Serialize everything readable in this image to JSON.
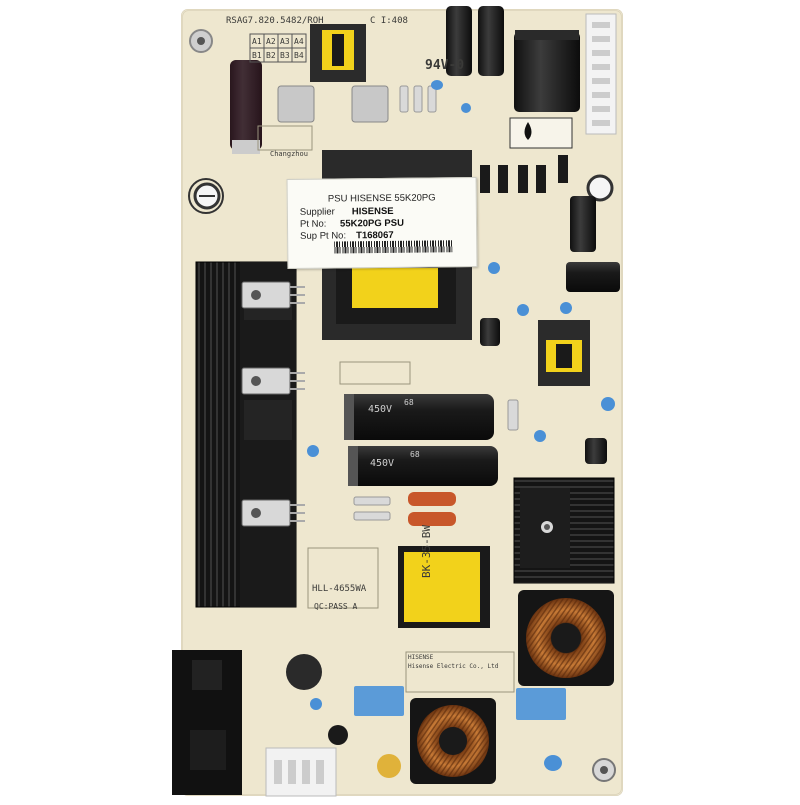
{
  "label": {
    "title": "PSU HISENSE 55K20PG",
    "supplier_key": "Supplier",
    "supplier_value": "HISENSE",
    "pt_no_key": "Pt No:",
    "pt_no_value": "55K20PG PSU",
    "sup_pt_no_key": "Sup Pt No:",
    "sup_pt_no_value": "T168067"
  },
  "board": {
    "part_code": "RSAG7.820.5482/ROH",
    "date_code": "C I:408",
    "flammability": "94V-0",
    "model": "HLL-4655WA",
    "qc": "QC:PASS A",
    "transformer_marking": "BK-35-BW",
    "maker": "HISENSE",
    "maker_full": "Hisense Electric Co., Ltd",
    "city": "Changzhou",
    "cap_rating": "450V",
    "cap_value": "68",
    "grid": [
      "A1",
      "A2",
      "A3",
      "A4",
      "B1",
      "B2",
      "B3",
      "B4"
    ]
  },
  "colors": {
    "pcb": "#eee7cf",
    "heatsink": "#161616",
    "capacitor": "#1c1c1c",
    "coil_copper": "#b5652a",
    "transformer_yellow": "#f2d21b",
    "y_capacitor_blue": "#4a90d6",
    "film_capacitor": "#c8572a"
  },
  "icons": [
    "mounting-hole-icon",
    "ground-symbol-icon",
    "warning-drop-icon"
  ]
}
